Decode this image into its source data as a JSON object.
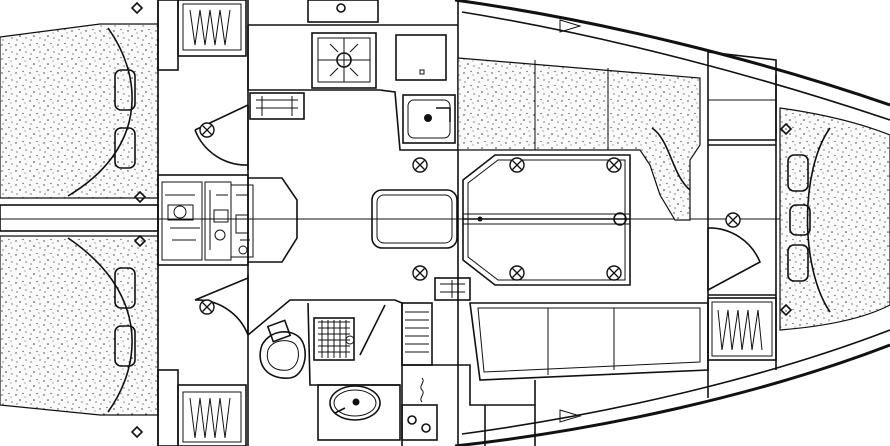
{
  "diagram": {
    "kind": "sailboat-interior-layout-plan",
    "view": "top-down",
    "colors": {
      "line": "#111111",
      "background": "#ffffff",
      "speckle": "#333333"
    },
    "elements": [
      "hull-outline",
      "aft-cabin-berths",
      "engine-compartment",
      "galley-stove",
      "galley-sink",
      "saloon-table",
      "saloon-settee",
      "navigation-table",
      "heads-toilet",
      "heads-washbasin",
      "companionway-steps",
      "forward-vberth",
      "hanging-lockers",
      "deck-hatches"
    ]
  }
}
